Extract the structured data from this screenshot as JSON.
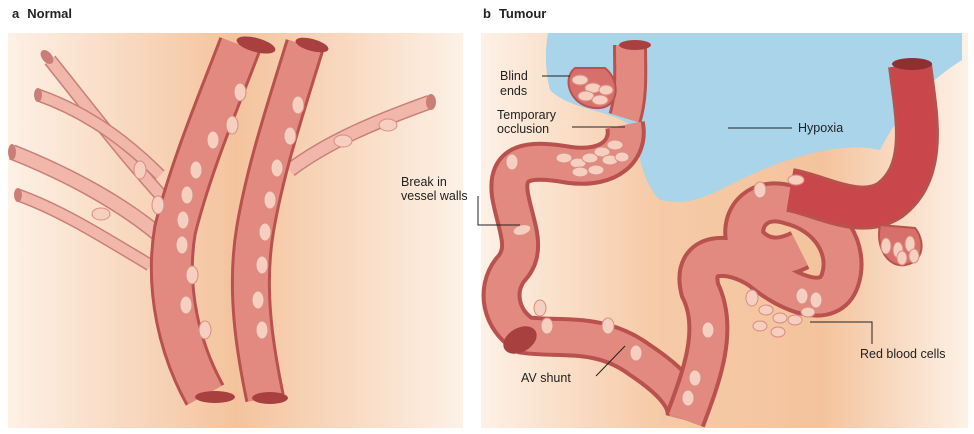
{
  "panel_a": {
    "letter": "a",
    "title": "Normal"
  },
  "panel_b": {
    "letter": "b",
    "title": "Tumour"
  },
  "labels": {
    "blind_ends_line1": "Blind",
    "blind_ends_line2": "ends",
    "temporary_occlusion_line1": "Temporary",
    "temporary_occlusion_line2": "occlusion",
    "hypoxia": "Hypoxia",
    "break_line1": "Break in",
    "break_line2": "vessel walls",
    "av_shunt": "AV shunt",
    "red_blood_cells": "Red blood cells"
  },
  "colors": {
    "tissue": "#f6c9a6",
    "vessel_light": "#e89a90",
    "vessel_dark": "#c9464a",
    "cell": "#f6cfc0",
    "hypoxia": "#a9d4ea"
  }
}
